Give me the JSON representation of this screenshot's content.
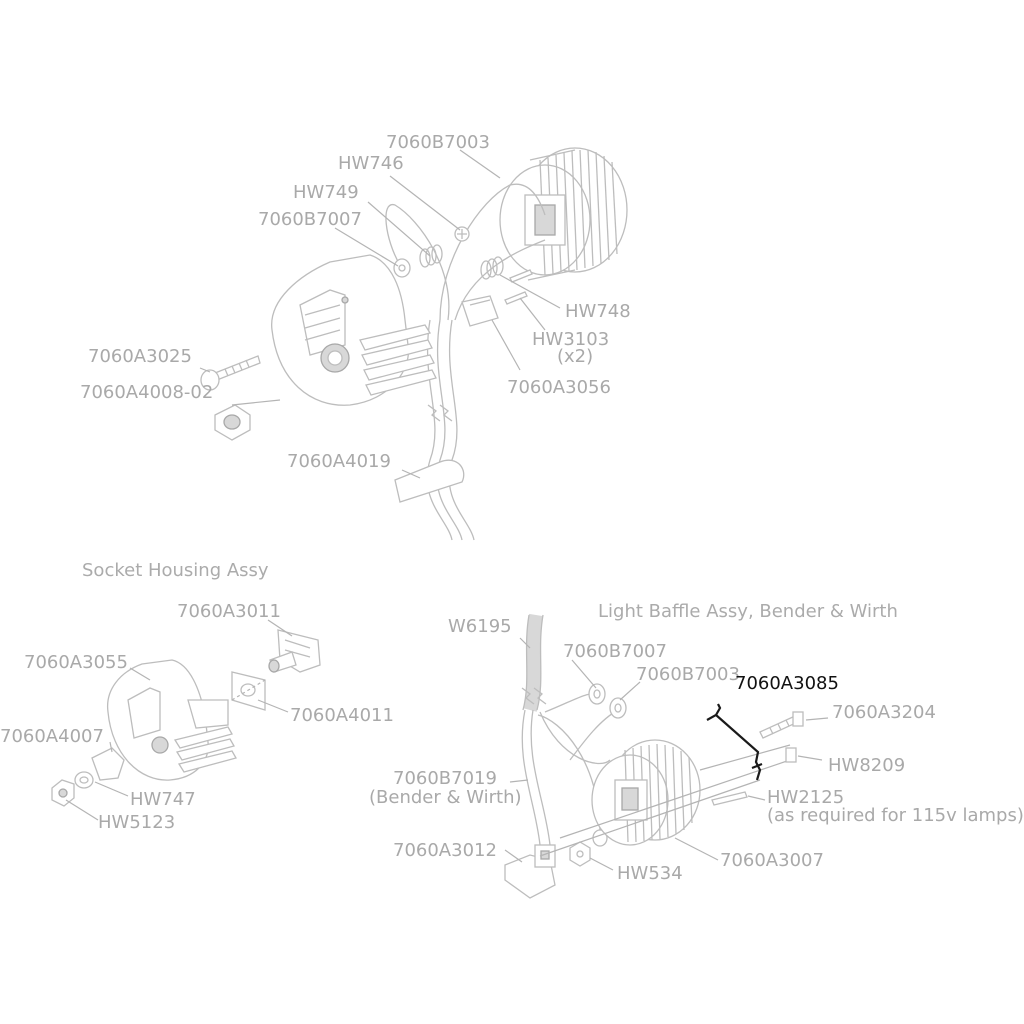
{
  "top_assembly": {
    "labels": {
      "b7003": "7060B7003",
      "hw746": "HW746",
      "hw749": "HW749",
      "b7007": "7060B7007",
      "hw748": "HW748",
      "hw3103": "HW3103",
      "hw3103_qty": "(x2)",
      "a3025": "7060A3025",
      "a4008": "7060A4008-02",
      "a3056": "7060A3056",
      "a4019": "7060A4019"
    }
  },
  "socket_housing": {
    "title": "Socket Housing Assy",
    "labels": {
      "a3011": "7060A3011",
      "a3055": "7060A3055",
      "a4011": "7060A4011",
      "a4007": "7060A4007",
      "hw747": "HW747",
      "hw5123": "HW5123"
    }
  },
  "light_baffle": {
    "title": "Light Baffle Assy, Bender & Wirth",
    "labels": {
      "w6195": "W6195",
      "b7007": "7060B7007",
      "b7003": "7060B7003",
      "a3085": "7060A3085",
      "a3204": "7060A3204",
      "hw8209": "HW8209",
      "hw2125": "HW2125",
      "hw2125_note": "(as required for 115v lamps)",
      "b7019": "7060B7019",
      "b7019_note": "(Bender & Wirth)",
      "a3012": "7060A3012",
      "hw534": "HW534",
      "a3007": "7060A3007"
    }
  },
  "highlighted_part": "7060A3085"
}
